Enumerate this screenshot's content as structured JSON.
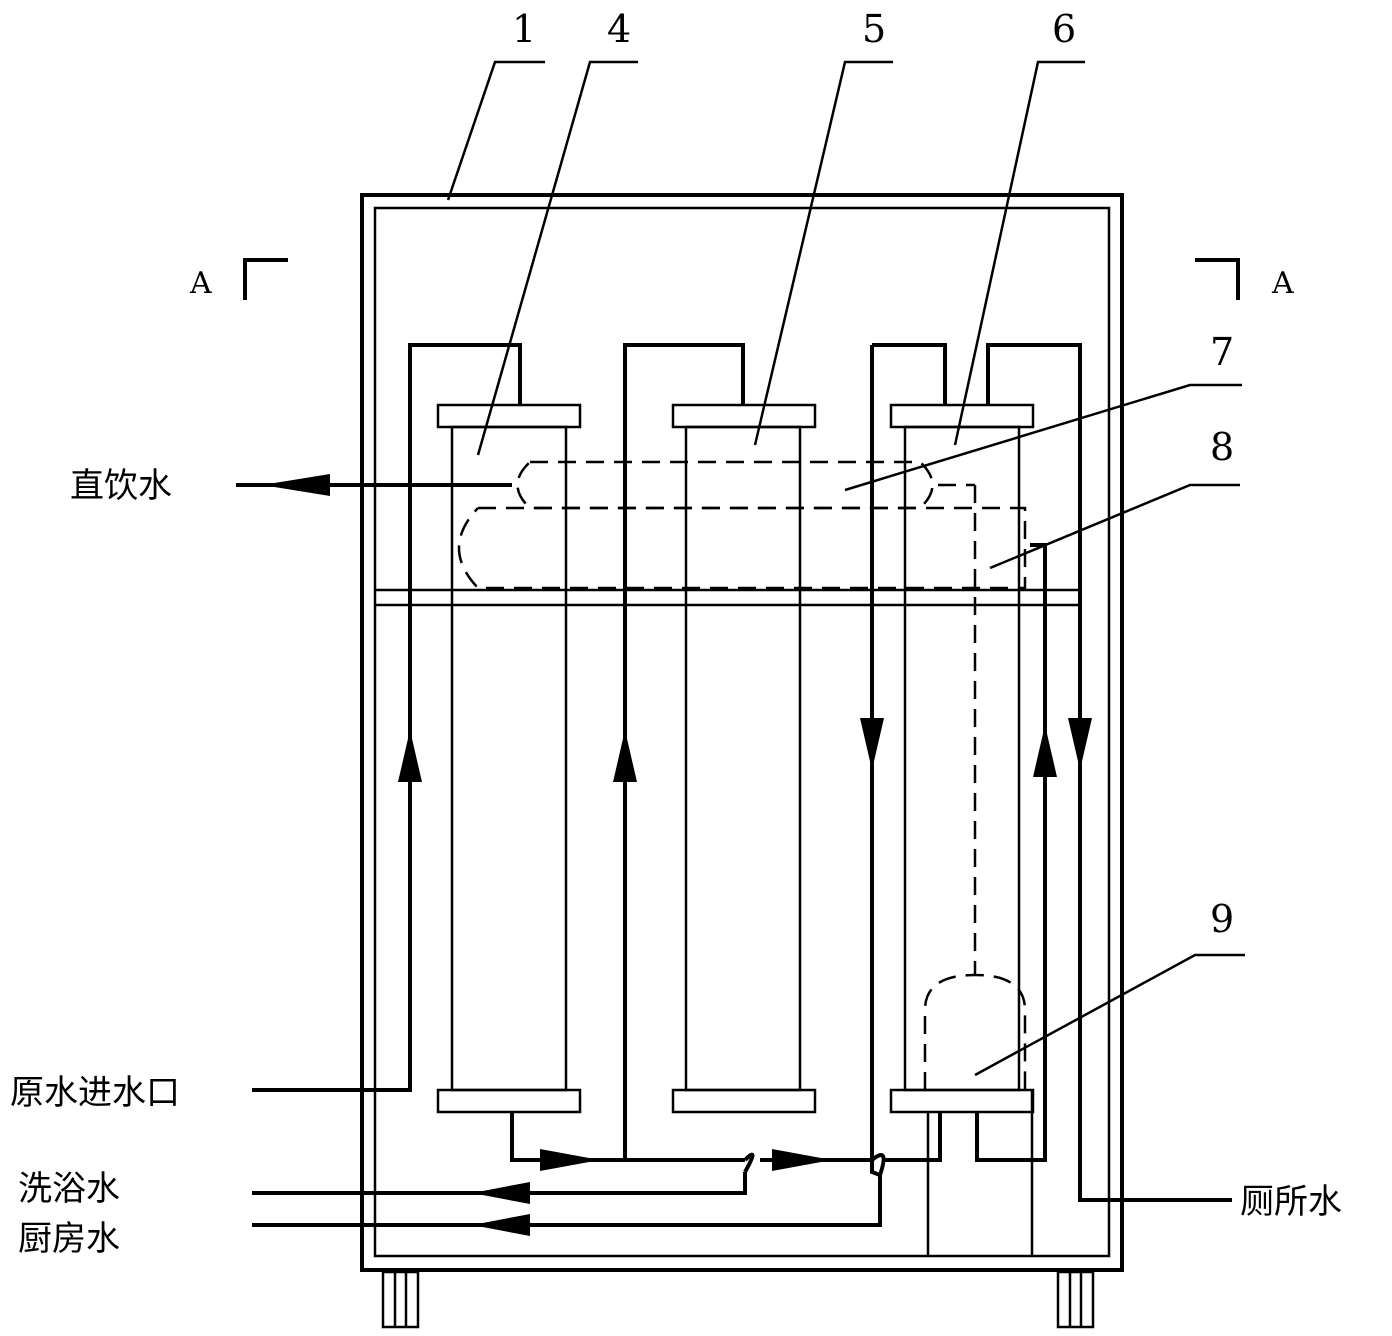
{
  "part_numbers": {
    "n1": "1",
    "n4": "4",
    "n5": "5",
    "n6": "6",
    "n7": "7",
    "n8": "8",
    "n9": "9"
  },
  "section": {
    "left": "A",
    "right": "A"
  },
  "labels": {
    "direct_drinking": "直饮水",
    "raw_water_inlet": "原水进水口",
    "bath_water": "洗浴水",
    "kitchen_water": "厨房水",
    "toilet_water": "厕所水"
  }
}
